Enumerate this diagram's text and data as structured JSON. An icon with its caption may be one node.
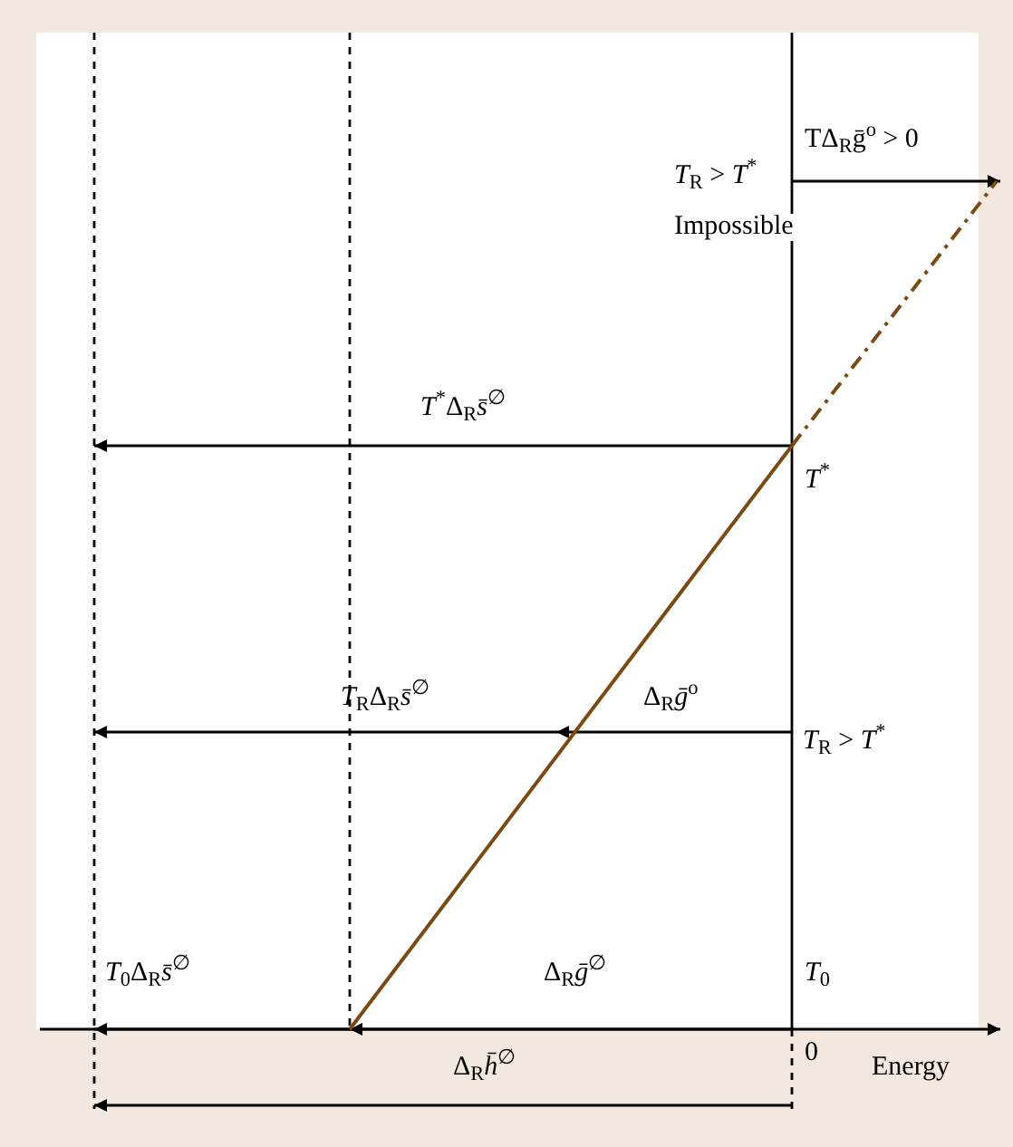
{
  "diagram": {
    "labels": [
      "TΔ$_{R}$ḡ$^{o}$ > 0",
      "*T*$_{R}$ > *T*$^{*}$",
      "Impossible",
      "*T*$^{*}$Δ$_{R}$*s̄*$^{∅}$",
      "*T*$^{*}$",
      "*T*$_{R}$Δ$_{R}$*s̄*$^{∅}$",
      "Δ$_{R}$*ḡ*$^{o}$",
      "*T*$_{R}$ > *T*$^{*}$",
      "*T*$_{0}$Δ$_{R}$*s̄*$^{∅}$",
      "Δ$_{R}$*ḡ*$^{∅}$",
      "*T*$_{0}$",
      "Δ$_{R}$*h̄*$^{∅}$",
      "0",
      "Energy"
    ]
  }
}
